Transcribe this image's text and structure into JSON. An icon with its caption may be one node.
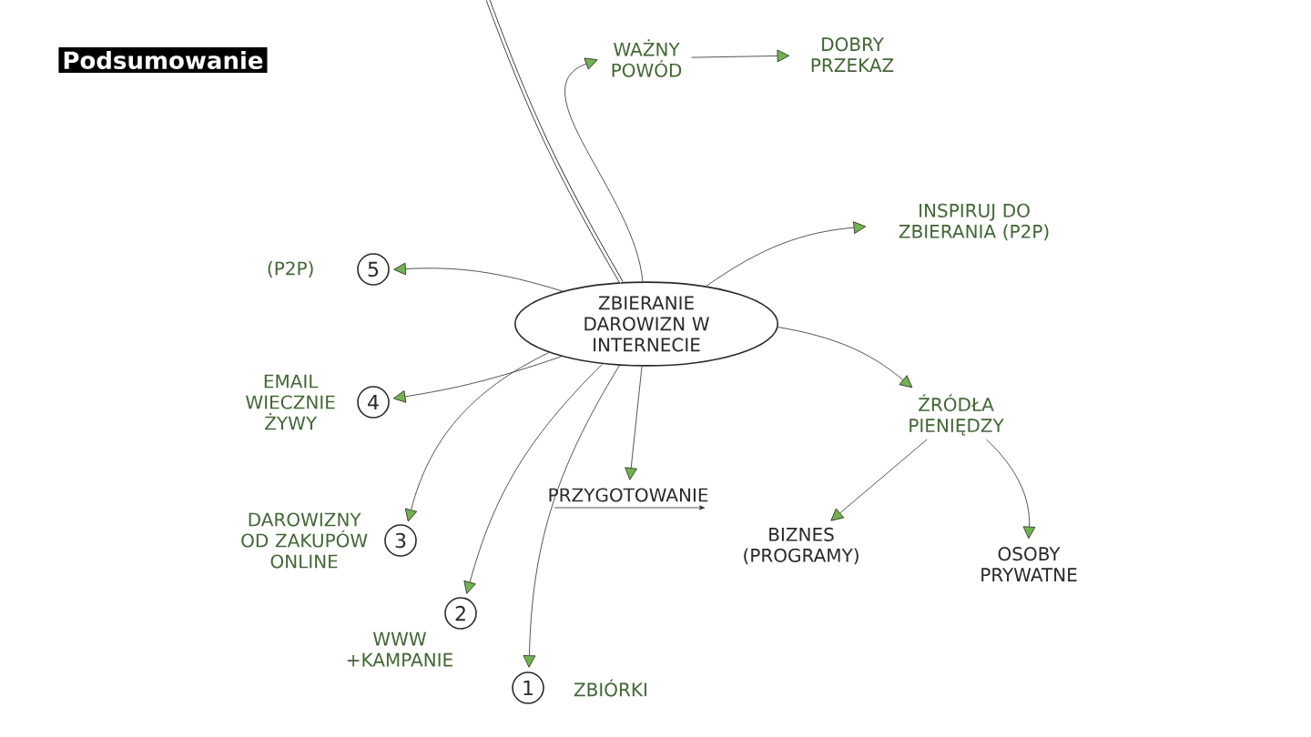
{
  "diagram": {
    "title": "Podsumowanie",
    "nodes": [
      {
        "text": [
          "ZBIERANIE DAROWIZN W INTERNECIE"
        ]
      },
      {
        "text": [
          "WAŻNY POWÓD"
        ]
      },
      {
        "text": [
          "DOBRY PRZEKAZ"
        ]
      },
      {
        "text": [
          "INSPIRUJ DO ZBIERANIA (P2P)"
        ]
      },
      {
        "text": [
          "ŹRÓDŁA PIENIĘDZY"
        ]
      },
      {
        "text": [
          "BIZNES (PROGRAMY)"
        ]
      },
      {
        "text": [
          "OSOBY PRYWATNE"
        ]
      },
      {
        "text": [
          "PRZYGOTOWANIE"
        ]
      },
      {
        "text": [
          "5"
        ],
        "beside": [
          "(P2P)"
        ]
      },
      {
        "text": [
          "4"
        ],
        "beside": [
          "EMAIL WIECZNIE ŻYWY"
        ]
      },
      {
        "text": [
          "3"
        ],
        "beside": [
          "DAROWIZNY OD ZAKUPÓW ONLINE"
        ]
      },
      {
        "text": [
          "2"
        ],
        "beside": [
          "WWW +KAMPANIE"
        ]
      },
      {
        "text": [
          "1"
        ],
        "beside": [
          "ZBIÓRKI"
        ]
      }
    ],
    "edges": [
      {
        "from": null,
        "to": 0,
        "arrow": "none",
        "style": "thick"
      },
      {
        "from": 0,
        "to": 1,
        "arrow": "to"
      },
      {
        "from": 1,
        "to": 2,
        "arrow": "to"
      },
      {
        "from": 0,
        "to": 3,
        "arrow": "to"
      },
      {
        "from": 0,
        "to": 4,
        "arrow": "to"
      },
      {
        "from": 4,
        "to": 5,
        "arrow": "to"
      },
      {
        "from": 4,
        "to": 6,
        "arrow": "to"
      },
      {
        "from": 0,
        "to": 7,
        "arrow": "to"
      },
      {
        "from": 0,
        "to": 8,
        "arrow": "to"
      },
      {
        "from": 0,
        "to": 9,
        "arrow": "to"
      },
      {
        "from": 0,
        "to": 10,
        "arrow": "to"
      },
      {
        "from": 0,
        "to": 11,
        "arrow": "to"
      },
      {
        "from": 0,
        "to": 12,
        "arrow": "to"
      }
    ]
  }
}
